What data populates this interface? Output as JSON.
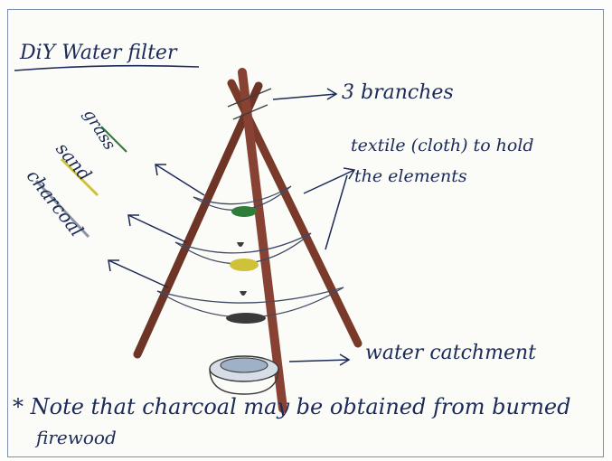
{
  "title": "DiY Water filter",
  "labels": {
    "branches": "3 branches",
    "textile_line1": "textile (cloth) to hold",
    "textile_line2": "the elements",
    "grass": "grass",
    "sand": "sand",
    "charcoal": "charcoal",
    "catchment": "water catchment"
  },
  "note": {
    "line1": "* Note that charcoal may be obtained from burned",
    "line2": "firewood"
  },
  "colors": {
    "ink": "#1c2a57",
    "branch": "#7a3a2a",
    "grass": "#2f7d3a",
    "sand": "#cfc238",
    "charcoal": "#8c95a3"
  }
}
